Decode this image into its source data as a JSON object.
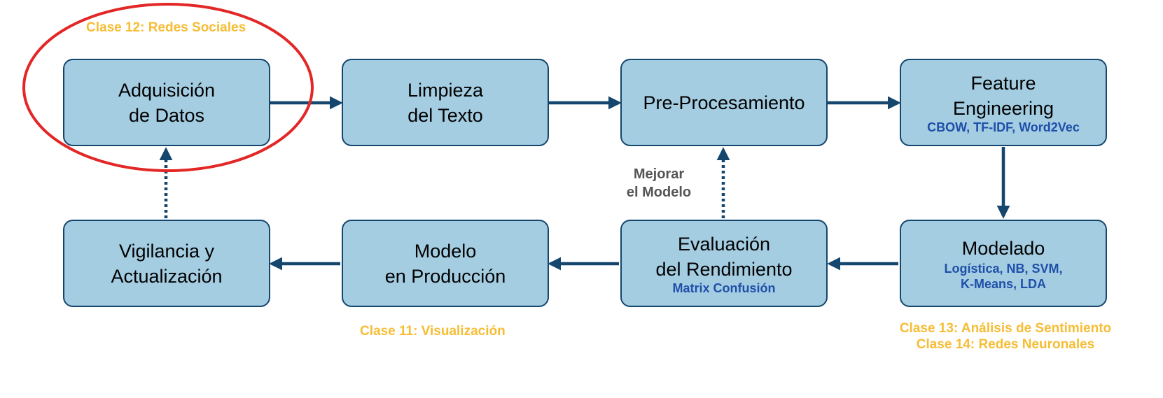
{
  "diagram": {
    "nodes": {
      "adquisicion": {
        "title": "Adquisición\nde Datos"
      },
      "limpieza": {
        "title": "Limpieza\ndel Texto"
      },
      "preprocesamiento": {
        "title": "Pre-Procesamiento"
      },
      "feature": {
        "title": "Feature\nEngineering",
        "subtitle": "CBOW, TF-IDF, Word2Vec"
      },
      "vigilancia": {
        "title": "Vigilancia y\nActualización"
      },
      "produccion": {
        "title": "Modelo\nen Producción"
      },
      "evaluacion": {
        "title": "Evaluación\ndel Rendimiento",
        "subtitle": "Matrix Confusión"
      },
      "modelado": {
        "title": "Modelado",
        "subtitle": "Logística, NB, SVM,\nK-Means, LDA"
      }
    },
    "annotations": {
      "clase12": "Clase 12: Redes Sociales",
      "clase11": "Clase 11: Visualización",
      "clase13_14": "Clase 13: Análisis de Sentimiento\nClase 14: Redes Neuronales",
      "mejorar": "Mejorar\nel Modelo"
    },
    "colors": {
      "box_fill": "#a4cde2",
      "box_border": "#14466e",
      "arrow": "#14466e",
      "highlight_ring": "#e32626",
      "class_label": "#f6bd35",
      "technique_label": "#1f4fa8"
    }
  }
}
